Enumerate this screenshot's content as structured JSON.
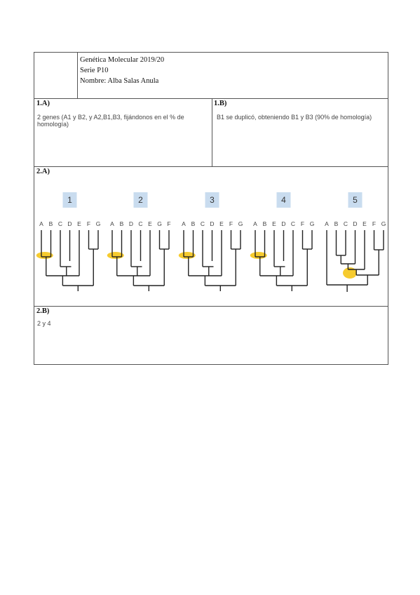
{
  "header": {
    "course": "Genética Molecular 2019/20",
    "series": "Serie P10",
    "name": "Nombre: Alba Salas Anula"
  },
  "section_1a": {
    "label": "1.A)",
    "answer": "2 genes (A1 y B2, y A2,B1,B3, fijándonos en el % de homología)"
  },
  "section_1b": {
    "label": "1.B)",
    "answer": "B1 se duplicó, obteniendo B1 y B3 (90% de homología)"
  },
  "section_2a": {
    "label": "2.A)",
    "trees": [
      {
        "number": "1",
        "leaves": [
          "A",
          "B",
          "C",
          "D",
          "E",
          "F",
          "G"
        ]
      },
      {
        "number": "2",
        "leaves": [
          "A",
          "B",
          "D",
          "C",
          "E",
          "G",
          "F"
        ]
      },
      {
        "number": "3",
        "leaves": [
          "A",
          "B",
          "C",
          "D",
          "E",
          "F",
          "G"
        ]
      },
      {
        "number": "4",
        "leaves": [
          "A",
          "B",
          "E",
          "D",
          "C",
          "F",
          "G"
        ]
      },
      {
        "number": "5",
        "leaves": [
          "A",
          "B",
          "C",
          "D",
          "E",
          "F",
          "G"
        ]
      }
    ],
    "colors": {
      "number_box": "#c9dcef",
      "highlight": "#f5c518",
      "branch": "#222222"
    }
  },
  "section_2b": {
    "label": "2.B)",
    "answer": "2 y 4"
  }
}
